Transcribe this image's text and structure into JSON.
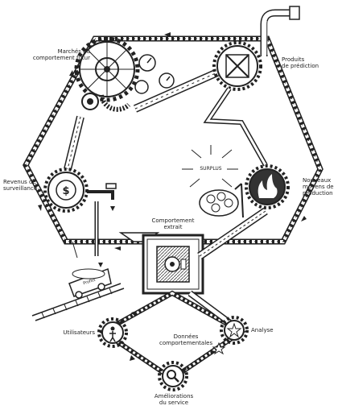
{
  "labels": {
    "marches_line1": "Marchés du",
    "marches_line2": "comportement futur",
    "produits_line1": "Produits",
    "produits_line2": "de prédiction",
    "revenus_line1": "Revenus de",
    "revenus_line2": "surveillance",
    "surplus": "SURPLUS",
    "nouveaux_line1": "Nouveaux",
    "nouveaux_line2": "moyens de",
    "nouveaux_line3": "production",
    "comportement_line1": "Comportement",
    "comportement_line2": "extrait",
    "profits": "Profits",
    "utilisateurs": "Utilisateurs",
    "donnees_line1": "Données",
    "donnees_line2": "comportementales",
    "analyse": "Analyse",
    "ameliorations_line1": "Améliorations",
    "ameliorations_line2": "du service"
  },
  "colors": {
    "ink": "#222222",
    "paper": "#ffffff",
    "shade": "#9a9a9a"
  }
}
